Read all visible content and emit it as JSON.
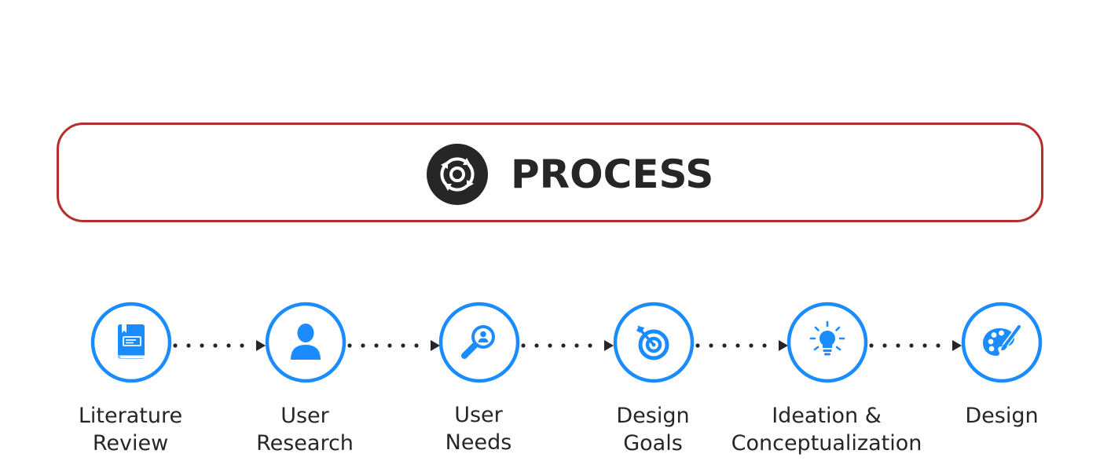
{
  "header": {
    "title": "PROCESS",
    "icon": "cycle-arrows-icon"
  },
  "colors": {
    "border": "#b52d2d",
    "accent": "#1a8cff",
    "dark": "#262626"
  },
  "steps": [
    {
      "line1": "Literature",
      "line2": "Review",
      "icon": "book-icon"
    },
    {
      "line1": "User",
      "line2": "Research",
      "icon": "user-icon"
    },
    {
      "line1": "User",
      "line2": "Needs",
      "icon": "magnifier-user-icon"
    },
    {
      "line1": "Design",
      "line2": "Goals",
      "icon": "target-icon"
    },
    {
      "line1": "Ideation &",
      "line2": "Conceptualization",
      "icon": "lightbulb-icon"
    },
    {
      "line1": "Design",
      "line2": "",
      "icon": "palette-icon"
    }
  ]
}
